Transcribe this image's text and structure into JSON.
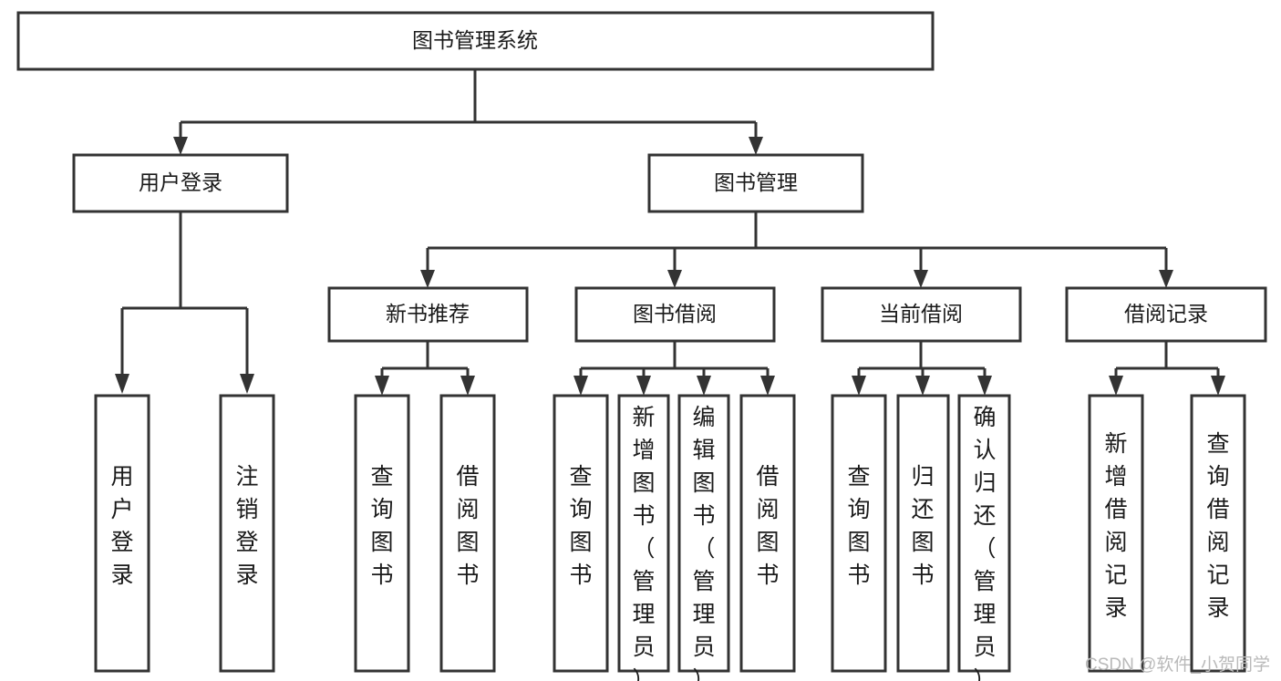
{
  "diagram": {
    "title": "图书管理系统",
    "type": "hierarchy-tree",
    "background_color": "#ffffff",
    "box_stroke_color": "#333333",
    "box_fill_color": "#ffffff",
    "text_color": "#1a1a1a",
    "levels": [
      {
        "level": 1,
        "nodes": [
          {
            "id": "root",
            "label": "图书管理系统",
            "orientation": "horizontal"
          }
        ]
      },
      {
        "level": 2,
        "nodes": [
          {
            "id": "login",
            "label": "用户登录",
            "orientation": "horizontal",
            "parent": "root"
          },
          {
            "id": "bookmgmt",
            "label": "图书管理",
            "orientation": "horizontal",
            "parent": "root"
          }
        ]
      },
      {
        "level": 3,
        "nodes": [
          {
            "id": "newbook",
            "label": "新书推荐",
            "orientation": "horizontal",
            "parent": "bookmgmt"
          },
          {
            "id": "borrow",
            "label": "图书借阅",
            "orientation": "horizontal",
            "parent": "bookmgmt"
          },
          {
            "id": "current",
            "label": "当前借阅",
            "orientation": "horizontal",
            "parent": "bookmgmt"
          },
          {
            "id": "record",
            "label": "借阅记录",
            "orientation": "horizontal",
            "parent": "bookmgmt"
          }
        ]
      },
      {
        "level": 4,
        "nodes": [
          {
            "id": "leaf-user-login",
            "label": "用户登录",
            "orientation": "vertical",
            "parent": "login",
            "align": "center"
          },
          {
            "id": "leaf-user-logout",
            "label": "注销登录",
            "orientation": "vertical",
            "parent": "login",
            "align": "center"
          },
          {
            "id": "leaf-query-book-1",
            "label": "查询图书",
            "orientation": "vertical",
            "parent": "newbook",
            "align": "center"
          },
          {
            "id": "leaf-borrow-book-1",
            "label": "借阅图书",
            "orientation": "vertical",
            "parent": "newbook",
            "align": "center"
          },
          {
            "id": "leaf-query-book-2",
            "label": "查询图书",
            "orientation": "vertical",
            "parent": "borrow",
            "align": "center"
          },
          {
            "id": "leaf-add-book",
            "label": "新增图书（管理员）",
            "orientation": "vertical",
            "parent": "borrow",
            "align": "top"
          },
          {
            "id": "leaf-edit-book",
            "label": "编辑图书（管理员）",
            "orientation": "vertical",
            "parent": "borrow",
            "align": "top"
          },
          {
            "id": "leaf-borrow-book-2",
            "label": "借阅图书",
            "orientation": "vertical",
            "parent": "borrow",
            "align": "center"
          },
          {
            "id": "leaf-query-book-3",
            "label": "查询图书",
            "orientation": "vertical",
            "parent": "current",
            "align": "center"
          },
          {
            "id": "leaf-return-book",
            "label": "归还图书",
            "orientation": "vertical",
            "parent": "current",
            "align": "center"
          },
          {
            "id": "leaf-confirm-return",
            "label": "确认归还（管理员）",
            "orientation": "vertical",
            "parent": "current",
            "align": "top"
          },
          {
            "id": "leaf-add-record",
            "label": "新增借阅记录",
            "orientation": "vertical",
            "parent": "record",
            "align": "center"
          },
          {
            "id": "leaf-query-record",
            "label": "查询借阅记录",
            "orientation": "vertical",
            "parent": "record",
            "align": "center"
          }
        ]
      }
    ]
  },
  "watermark": {
    "text": "CSDN @软件_小贺同学"
  }
}
